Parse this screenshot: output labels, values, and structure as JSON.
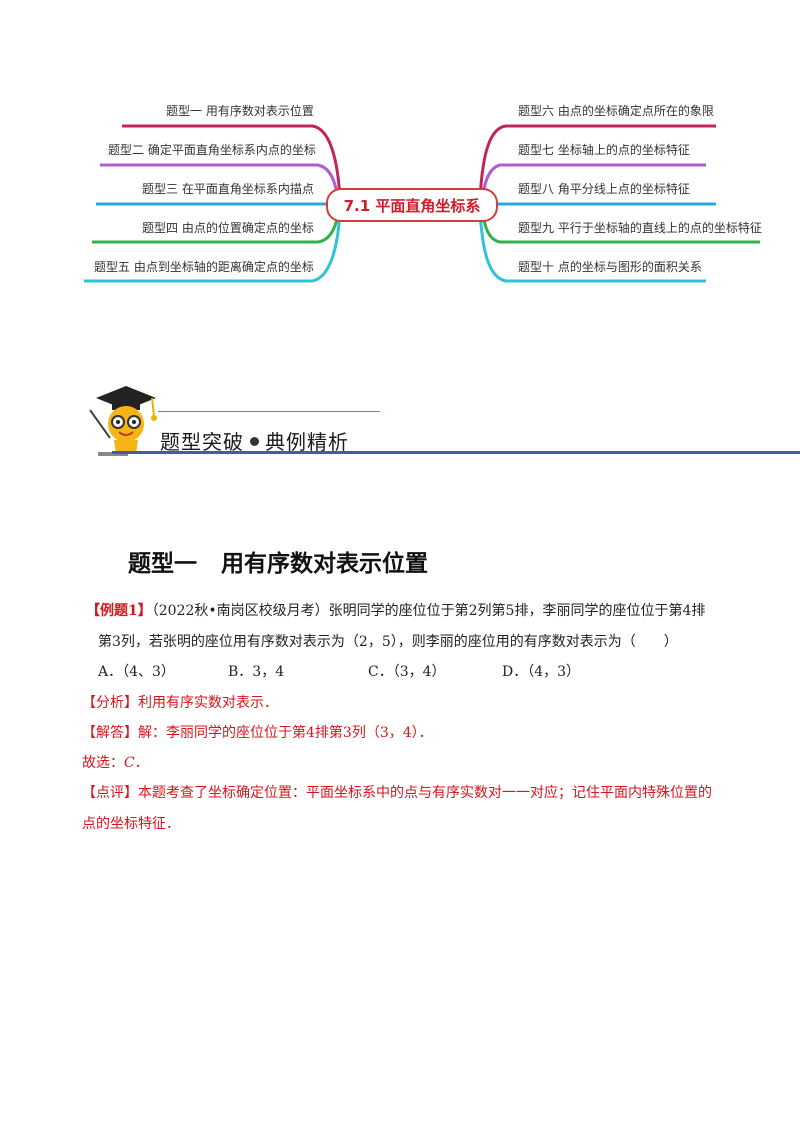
{
  "mindmap": {
    "center": "7.1 平面直角坐标系",
    "left": [
      "题型一  用有序数对表示位置",
      "题型二  确定平面直角坐标系内点的坐标",
      "题型三  在平面直角坐标系内描点",
      "题型四  由点的位置确定点的坐标",
      "题型五  由点到坐标轴的距离确定点的坐标"
    ],
    "right": [
      "题型六  由点的坐标确定点所在的象限",
      "题型七  坐标轴上的点的坐标特征",
      "题型八  角平分线上点的坐标特征",
      "题型九  平行于坐标轴的直线上的点的坐标特征",
      "题型十  点的坐标与图形的面积关系"
    ],
    "colors": [
      "#c4245c",
      "#b25bd0",
      "#29a6dc",
      "#33b24a",
      "#2fc2d8"
    ]
  },
  "banner": {
    "left": "题型突破",
    "right": "典例精析"
  },
  "section": {
    "part1": "题型一",
    "part2": "用有序数对表示位置"
  },
  "example": {
    "tag": "【例题1】",
    "line1": "（2022秋•南岗区校级月考）张明同学的座位位于第2列第5排，李丽同学的座位位于第4排",
    "line2": "第3列，若张明的座位用有序数对表示为（2，5），则李丽的座位用的有序数对表示为（　　）",
    "options": [
      "A．（4、3）",
      "B．3，4",
      "C．（3，4）",
      "D．（4，3）"
    ]
  },
  "analysis": {
    "tag": "【分析】",
    "text": "利用有序实数对表示．"
  },
  "solution": {
    "tag": "【解答】",
    "text": "解：李丽同学的座位位于第4排第3列（3，4）．"
  },
  "choice": {
    "prefix": "故选：",
    "answer": "C",
    "suffix": "．"
  },
  "comment": {
    "tag": "【点评】",
    "line1": "本题考查了坐标确定位置：平面坐标系中的点与有序实数对一一对应；记住平面内特殊位置的",
    "line2": "点的坐标特征．"
  }
}
